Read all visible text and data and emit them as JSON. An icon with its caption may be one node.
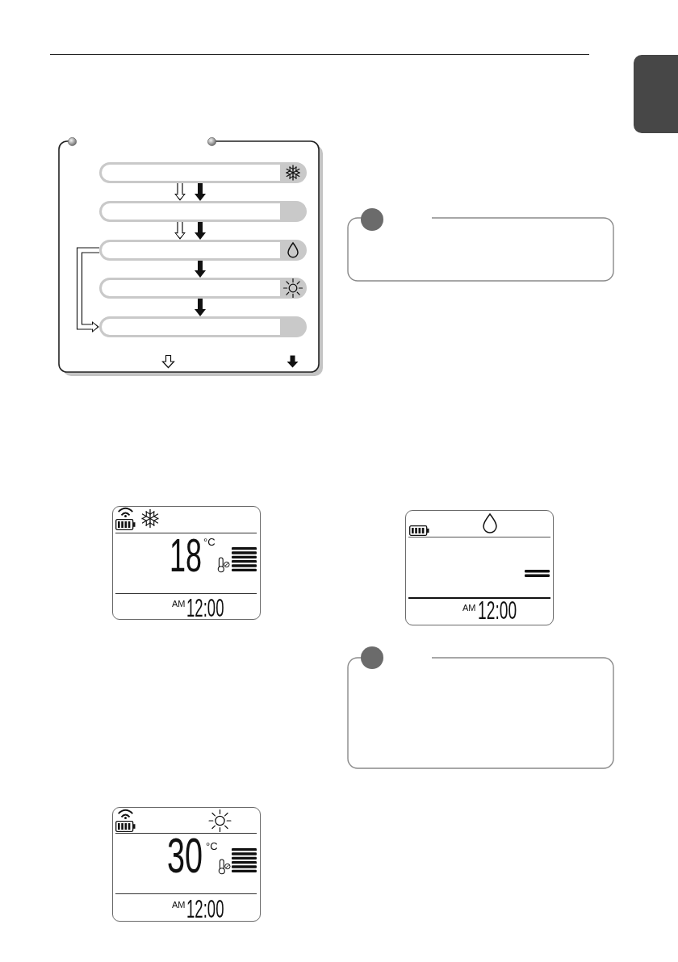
{
  "diagram": {
    "nodes": [
      {
        "text": [],
        "shape": "box"
      },
      {
        "text": [],
        "shape": "box"
      },
      {
        "text": [],
        "shape": "box",
        "in": 1
      },
      {
        "text": [],
        "shape": "box",
        "in": 1
      },
      {
        "text": [],
        "shape": "box",
        "in": 1
      },
      {
        "text": [],
        "shape": "box",
        "in": 1
      },
      {
        "text": [],
        "shape": "box",
        "in": 1
      },
      {
        "text": [
          "18",
          "°C",
          "AM",
          "12:00"
        ]
      },
      {
        "text": [
          "30",
          "°C",
          "AM",
          "12:00"
        ]
      },
      {
        "text": [],
        "shape": "box"
      },
      {
        "text": [
          "AM",
          "12:00"
        ]
      },
      {
        "text": [],
        "shape": "box"
      }
    ],
    "edges": [
      {
        "from": 2,
        "to": 3,
        "arrow": "to"
      },
      {
        "from": 2,
        "to": 3,
        "arrow": "to"
      },
      {
        "from": 3,
        "to": 4,
        "arrow": "to"
      },
      {
        "from": 3,
        "to": 4,
        "arrow": "to"
      },
      {
        "from": 4,
        "to": 5,
        "arrow": "to"
      },
      {
        "from": 5,
        "to": 6,
        "arrow": "to"
      },
      {
        "from": 4,
        "to": 6,
        "arrow": "to"
      }
    ]
  }
}
